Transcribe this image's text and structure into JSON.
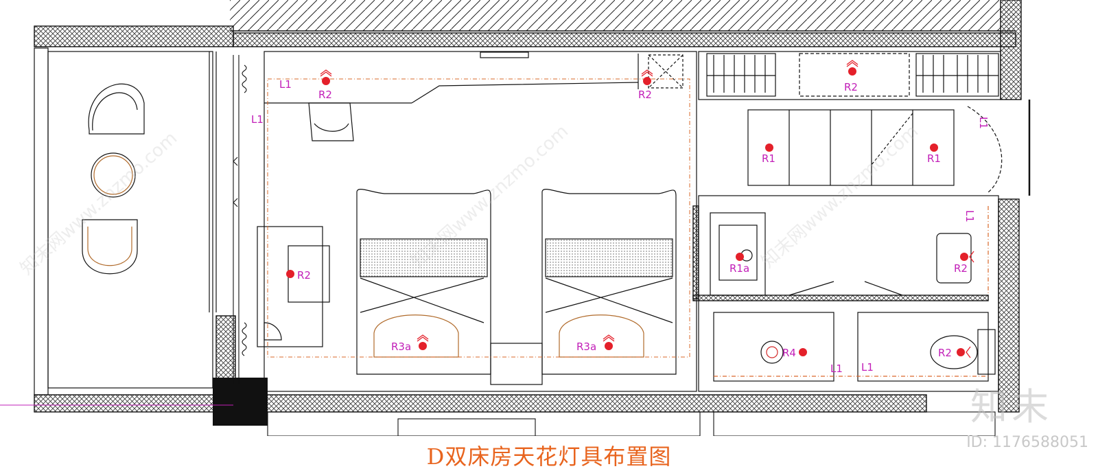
{
  "drawing": {
    "caption": "D双床房天花灯具布置图",
    "line_color": "#111111",
    "fixture_color": "#e4202a",
    "label_color": "#c21fb8",
    "dim_color": "#d9682a"
  },
  "watermarks": {
    "id_text": "ID: 1176588051",
    "logo_text": "知末",
    "site_text": "知末网www.znzmo.com"
  },
  "luminaires": [
    {
      "name": "r2-entry-top",
      "label": "R2",
      "symbol": "dot-hood"
    },
    {
      "name": "r2-corridor-top",
      "label": "R2",
      "symbol": "dot-hood"
    },
    {
      "name": "r2-closet-top",
      "label": "R2",
      "symbol": "dot-hood"
    },
    {
      "name": "r1-wardrobe-left",
      "label": "R1",
      "symbol": "dot"
    },
    {
      "name": "r1-wardrobe-right",
      "label": "R1",
      "symbol": "dot"
    },
    {
      "name": "r2-desk",
      "label": "R2",
      "symbol": "dot"
    },
    {
      "name": "r1a-shower",
      "label": "R1a",
      "symbol": "dot"
    },
    {
      "name": "r2-vanity",
      "label": "R2",
      "symbol": "dot-bracket"
    },
    {
      "name": "r3a-bed-left",
      "label": "R3a",
      "symbol": "dot-hood"
    },
    {
      "name": "r3a-bed-right",
      "label": "R3a",
      "symbol": "dot-hood"
    },
    {
      "name": "r4-bath",
      "label": "R4",
      "symbol": "dot"
    },
    {
      "name": "r2-toilet",
      "label": "R2",
      "symbol": "dot-bracket"
    }
  ],
  "strip_labels": [
    {
      "name": "l1-entry",
      "label": "L1"
    },
    {
      "name": "l1-window",
      "label": "L1"
    },
    {
      "name": "l1-closet",
      "label": "L1"
    },
    {
      "name": "l1-vanity",
      "label": "L1"
    },
    {
      "name": "l1-bath-a",
      "label": "L1"
    },
    {
      "name": "l1-bath-b",
      "label": "L1"
    }
  ]
}
